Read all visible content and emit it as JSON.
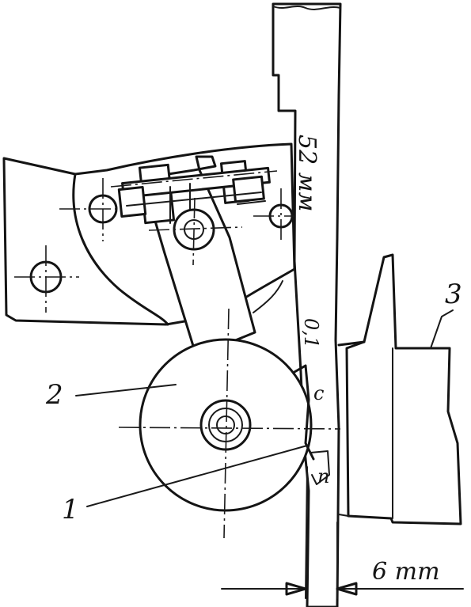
{
  "labels": {
    "part_1": "1",
    "part_2": "2",
    "part_3": "3",
    "rail_dimension": "52 мм",
    "gap_dimension": "6 mm",
    "mark_upper": "0,1",
    "mark_c": "c",
    "mark_lower": "n"
  }
}
